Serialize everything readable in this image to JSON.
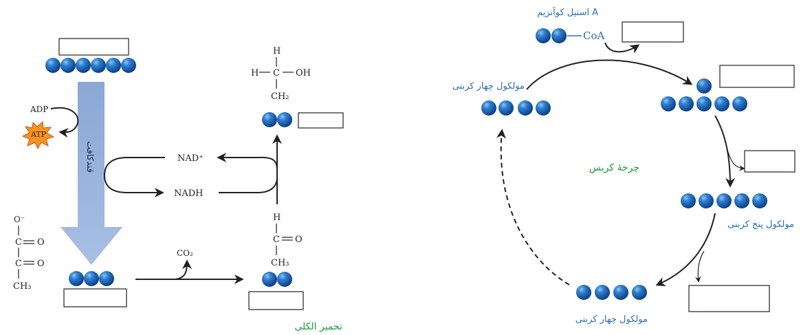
{
  "left_panel": {
    "adp_label": "ADP",
    "atp_label": "ATP",
    "glycolysis_label": "قندکافت",
    "nad_plus_label": "NAD⁺",
    "nadh_label": "NADH",
    "co2_label": "CO₂",
    "fermentation_label": "تخمیر الکلی",
    "pyruvate": {
      "o_minus": "O⁻",
      "c1": "C",
      "o1": "O",
      "c2": "C",
      "o2": "O",
      "ch3": "CH₃"
    },
    "acetaldehyde": {
      "h": "H",
      "c": "C",
      "o": "O",
      "ch3": "CH₃"
    },
    "ethanol": {
      "h_top": "H",
      "h_left": "H",
      "c": "C",
      "oh": "OH",
      "ch2": "CH₂"
    }
  },
  "right_panel": {
    "acetyl_coa_label": "استیل کوآنزیم A",
    "coa_label": "CoA",
    "four_carbon_top_label": "مولکول چهار کربنی",
    "five_carbon_label": "مولکول پنج کربنی",
    "four_carbon_bottom_label": "مولکول چهار کربنی",
    "krebs_cycle_label": "چرخهٔ کربس"
  },
  "colors": {
    "molecule_blue": "#1c5aa6",
    "glycolysis_arrow": "#9db5de",
    "atp_burst": "#f7941d",
    "label_blue": "#2a6db5",
    "label_green": "#1f9a3a"
  }
}
